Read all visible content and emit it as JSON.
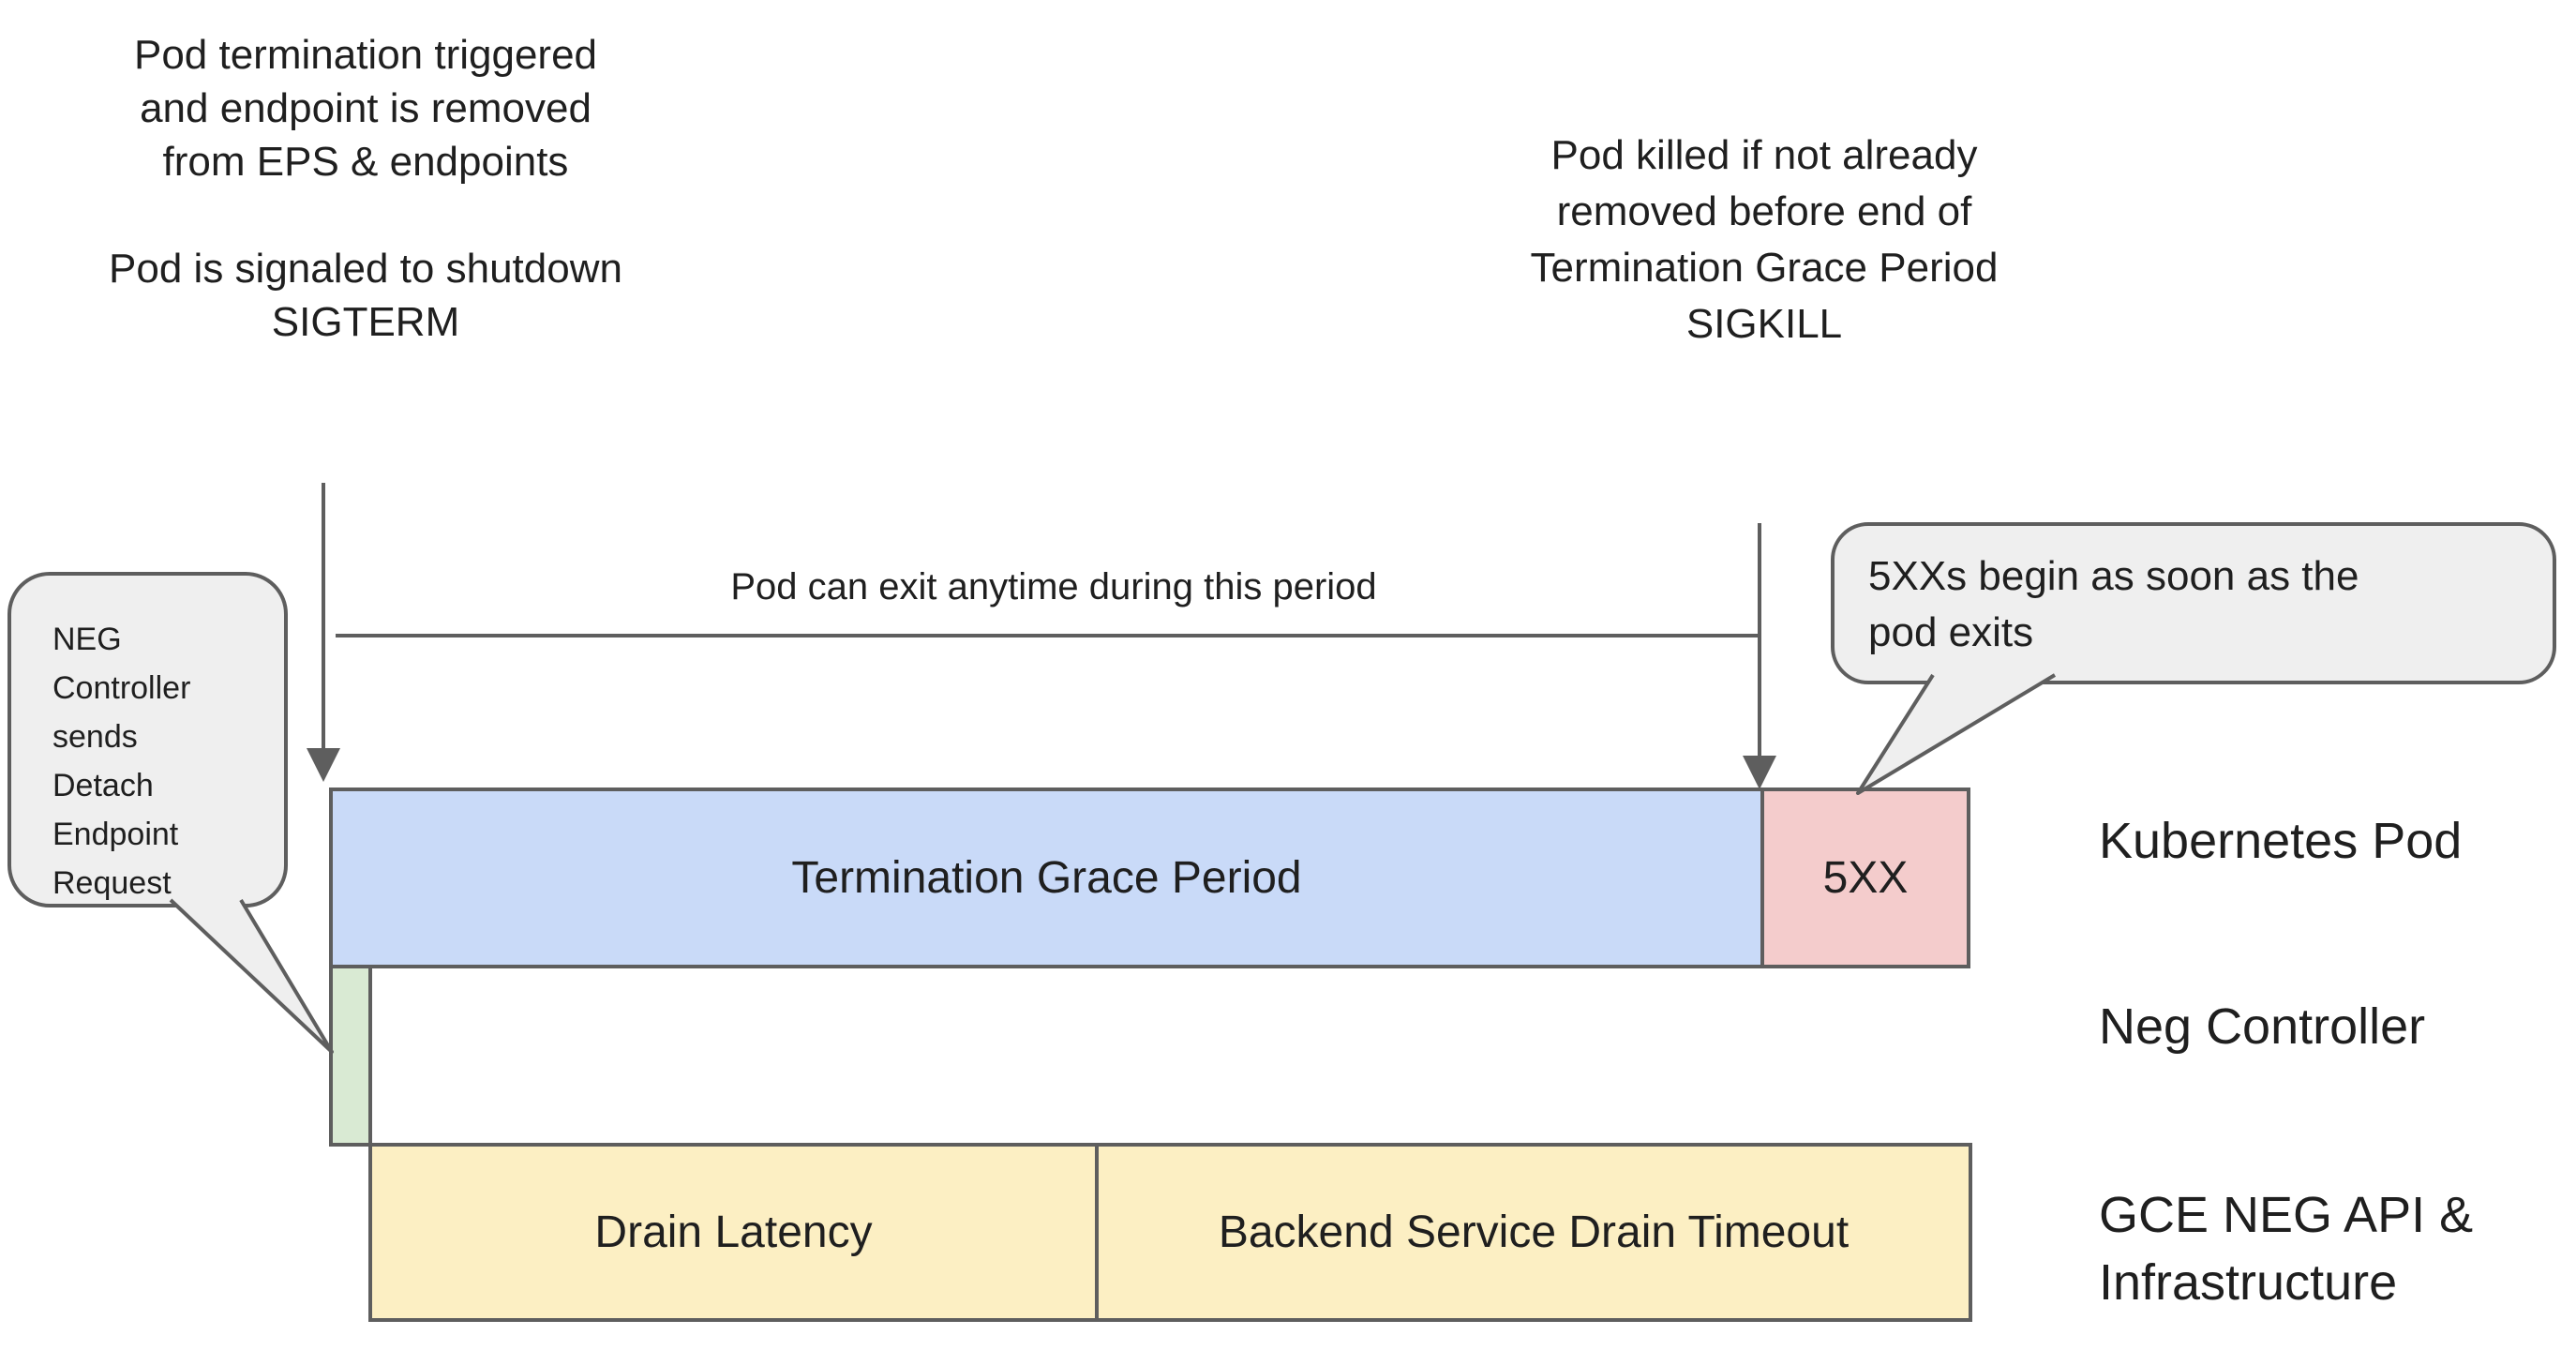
{
  "annotations": {
    "top_left": {
      "para1": [
        "Pod termination triggered",
        "and endpoint is removed",
        "from EPS & endpoints"
      ],
      "para2": [
        "Pod is signaled to shutdown",
        "SIGTERM"
      ]
    },
    "top_right": {
      "lines": [
        "Pod killed if not already",
        "removed before end of",
        "Termination Grace Period",
        "SIGKILL"
      ]
    },
    "period_note": "Pod can exit anytime during this period"
  },
  "bubbles": {
    "neg_controller": {
      "lines": [
        "NEG",
        "Controller",
        "sends",
        "Detach",
        "Endpoint",
        "Request"
      ]
    },
    "five_xx": {
      "lines": [
        "5XXs begin as soon as the",
        "pod exits"
      ]
    }
  },
  "timeline": {
    "kubernetes_pod_bar": {
      "grace_label": "Termination Grace Period",
      "error_label": "5XX"
    },
    "gce_bar": {
      "drain_label": "Drain Latency",
      "timeout_label": "Backend Service Drain Timeout"
    }
  },
  "row_labels": {
    "kubernetes_pod": "Kubernetes Pod",
    "neg_controller": "Neg Controller",
    "gce_line1": "GCE NEG API &",
    "gce_line2": "Infrastructure"
  },
  "colors": {
    "grace_blue": "#c9daf8",
    "error_pink": "#f4cccc",
    "detach_green": "#d9ead3",
    "drain_yellow": "#fcefc3",
    "bubble_gray": "#efefef",
    "stroke_gray": "#5e5e5e",
    "text": "#1f1f1f"
  }
}
